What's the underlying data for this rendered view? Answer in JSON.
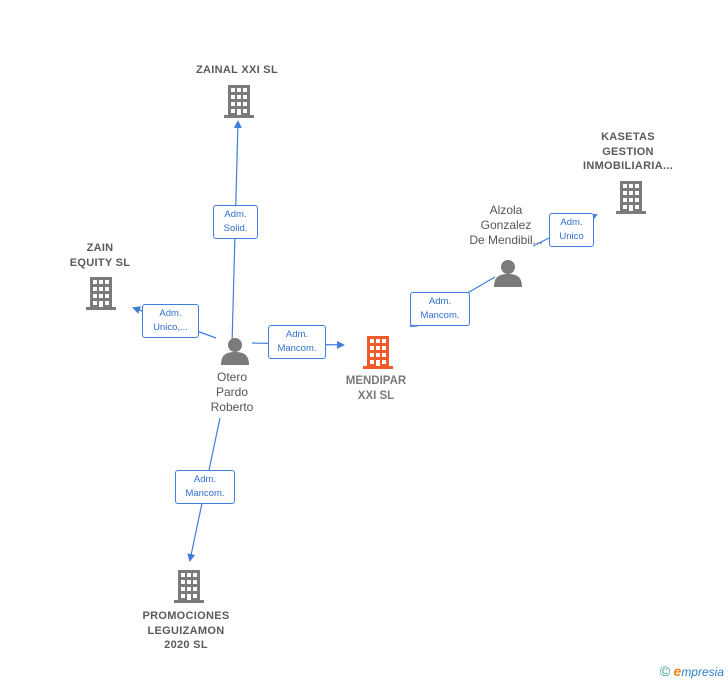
{
  "nodes": {
    "zainal": {
      "label": "ZAINAL XXI  SL",
      "icon": "building-icon"
    },
    "kasetas": {
      "label_lines": [
        "KASETAS",
        "GESTION",
        "INMOBILIARIA..."
      ],
      "icon": "building-icon"
    },
    "zain": {
      "label_lines": [
        "ZAIN",
        "EQUITY  SL"
      ],
      "icon": "building-icon"
    },
    "mendipar": {
      "label_lines": [
        "MENDIPAR",
        "XXI  SL"
      ],
      "icon": "building-icon",
      "color": "#f05a2a"
    },
    "promociones": {
      "label_lines": [
        "PROMOCIONES",
        "LEGUIZAMON",
        "2020  SL"
      ],
      "icon": "building-icon"
    },
    "otero": {
      "label_lines": [
        "Otero",
        "Pardo",
        "Roberto"
      ],
      "icon": "person-icon"
    },
    "alzola": {
      "label_lines": [
        "Alzola",
        "Gonzalez",
        "De Mendibil..."
      ],
      "icon": "person-icon"
    }
  },
  "edges": {
    "otero_zainal": {
      "lines": [
        "Adm.",
        "Solid."
      ]
    },
    "otero_zain": {
      "lines": [
        "Adm.",
        "Unico,..."
      ]
    },
    "otero_mendipar": {
      "lines": [
        "Adm.",
        "Mancom."
      ]
    },
    "otero_promociones": {
      "lines": [
        "Adm.",
        "Mancom."
      ]
    },
    "alzola_mendipar": {
      "lines": [
        "Adm.",
        "Mancom."
      ]
    },
    "alzola_kasetas": {
      "lines": [
        "Adm.",
        "Unico"
      ]
    }
  },
  "colors": {
    "edge": "#3f7fd9",
    "building": "#7b7b7b",
    "main_building": "#f05a2a",
    "person": "#7b7b7b"
  },
  "footer": {
    "copyright": "©",
    "brand_initial": "e",
    "brand_rest": "mpresia"
  }
}
